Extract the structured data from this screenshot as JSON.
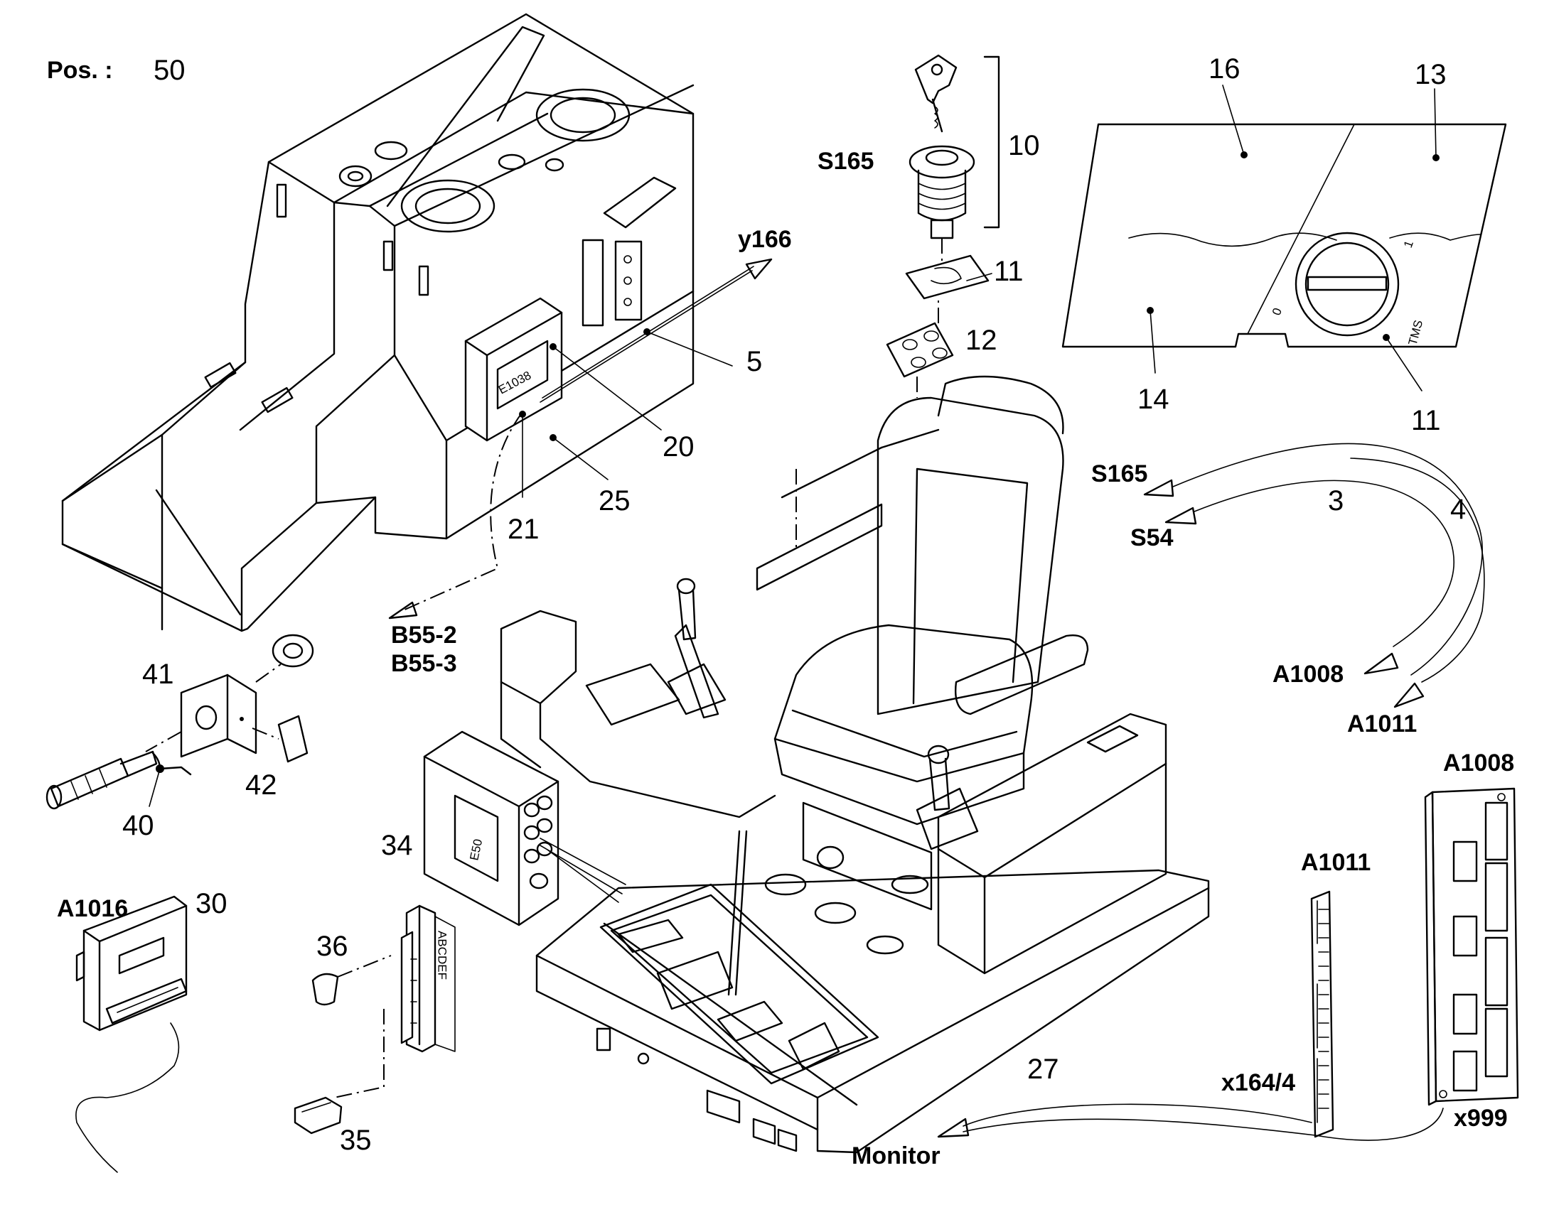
{
  "header": {
    "pos_label": "Pos. :",
    "pos_value": "50"
  },
  "part_numbers": {
    "p3": "3",
    "p4": "4",
    "p5": "5",
    "p10": "10",
    "p11a": "11",
    "p11b": "11",
    "p12": "12",
    "p13": "13",
    "p14": "14",
    "p16": "16",
    "p20": "20",
    "p21": "21",
    "p25": "25",
    "p27": "27",
    "p30": "30",
    "p34": "34",
    "p35": "35",
    "p36": "36",
    "p40": "40",
    "p41": "41",
    "p42": "42"
  },
  "connection_labels": {
    "y166": "y166",
    "s165_switch": "S165",
    "s165_arrow": "S165",
    "s54": "S54",
    "a1008_arrow": "A1008",
    "a1011_arrow": "A1011",
    "a1008_board": "A1008",
    "a1011_board": "A1011",
    "a1016": "A1016",
    "b55_2": "B55-2",
    "b55_3": "B55-3",
    "x164": "x164/4",
    "x999": "x999",
    "monitor": "Monitor"
  },
  "component_text": {
    "e1038": "E1038",
    "e50": "E50",
    "tms": "TMS",
    "pos0": "0",
    "pos1": "1",
    "connector_letters": "ABCDEF"
  }
}
